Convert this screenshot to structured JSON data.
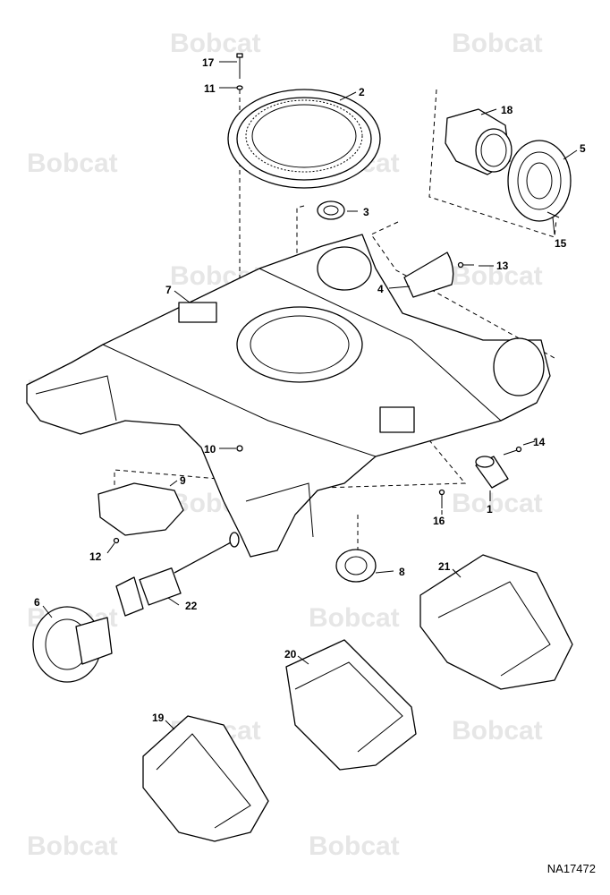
{
  "watermark": {
    "text": "Bobcat"
  },
  "drawing_code": "NA17472",
  "callouts": [
    {
      "n": "1"
    },
    {
      "n": "2"
    },
    {
      "n": "3"
    },
    {
      "n": "4"
    },
    {
      "n": "5"
    },
    {
      "n": "6"
    },
    {
      "n": "7"
    },
    {
      "n": "8"
    },
    {
      "n": "9"
    },
    {
      "n": "10"
    },
    {
      "n": "11"
    },
    {
      "n": "12"
    },
    {
      "n": "13"
    },
    {
      "n": "14"
    },
    {
      "n": "15"
    },
    {
      "n": "16"
    },
    {
      "n": "17"
    },
    {
      "n": "18"
    },
    {
      "n": "19"
    },
    {
      "n": "20"
    },
    {
      "n": "21"
    },
    {
      "n": "22"
    }
  ]
}
